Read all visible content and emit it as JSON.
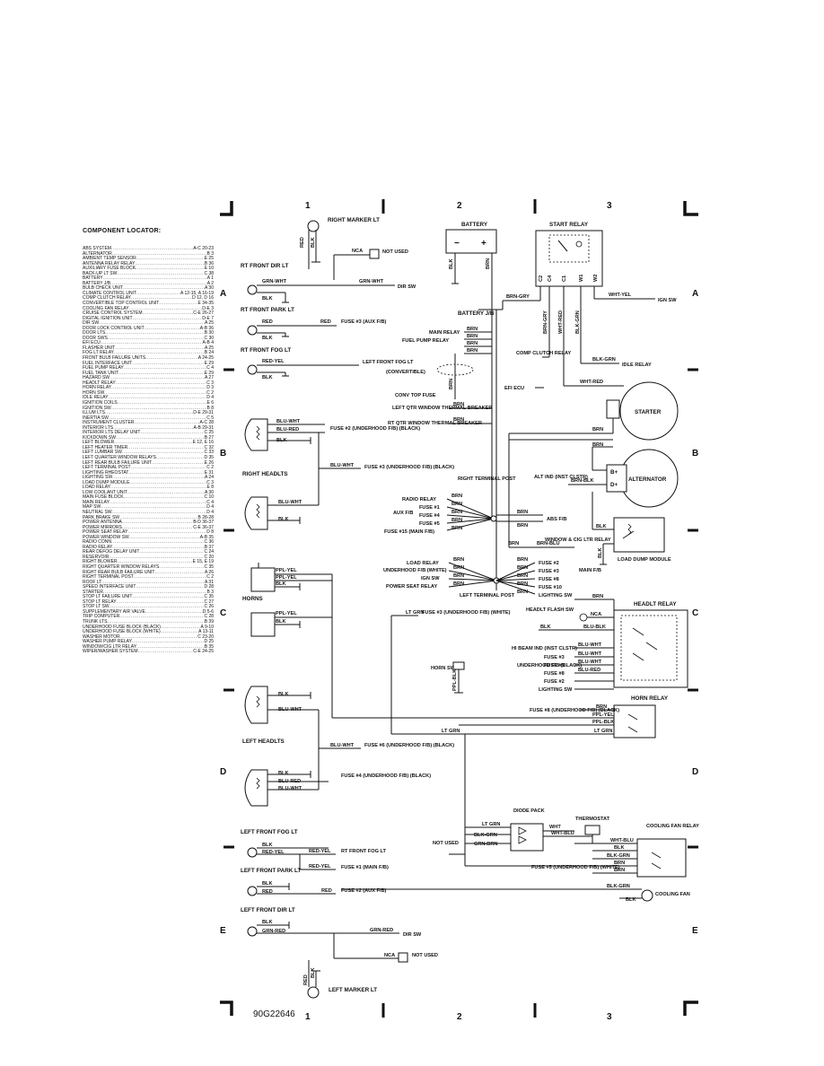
{
  "locator": {
    "title": "COMPONENT LOCATOR:",
    "entries": [
      {
        "name": "ABS SYSTEM",
        "grid": "A-C 20-23"
      },
      {
        "name": "ALTERNATOR",
        "grid": "B 3"
      },
      {
        "name": "AMBIENT TEMP SENSOR",
        "grid": "E 25"
      },
      {
        "name": "ANTENNA RELAY RELAY",
        "grid": "B 36"
      },
      {
        "name": "AUXILIARY FUSE BLOCK",
        "grid": "E 10"
      },
      {
        "name": "BACK-UP LT SW",
        "grid": "C 38"
      },
      {
        "name": "BATTERY",
        "grid": "A 1"
      },
      {
        "name": "BATTERY J/B",
        "grid": "A 2"
      },
      {
        "name": "BULB CHECK UNIT",
        "grid": "A 30"
      },
      {
        "name": "CLIMATE CONTROL UNIT",
        "grid": "A 12-15, A 16-19"
      },
      {
        "name": "COMP CLUTCH RELAY",
        "grid": "D 12, D 16"
      },
      {
        "name": "CONVERTIBLE TOP CONTROL UNIT",
        "grid": "E 34-35"
      },
      {
        "name": "COOLING FAN RELAY",
        "grid": "D-E 3"
      },
      {
        "name": "CRUISE CONTROL SYSTEM",
        "grid": "C-E 26-27"
      },
      {
        "name": "DIGITAL IGNITION UNIT",
        "grid": "D-E 7"
      },
      {
        "name": "DIR SW",
        "grid": "A 25"
      },
      {
        "name": "DOOR LOCK CONTROL UNIT",
        "grid": "A-B 36"
      },
      {
        "name": "DOOR LTS",
        "grid": "B 30"
      },
      {
        "name": "DOOR SWS",
        "grid": "C 30"
      },
      {
        "name": "EFI ECU",
        "grid": "A-B 4"
      },
      {
        "name": "FLASHER UNIT",
        "grid": "A 25"
      },
      {
        "name": "FOG LT RELAY",
        "grid": "B 24"
      },
      {
        "name": "FRONT BULB FAILURE UNITS",
        "grid": "A 24-25"
      },
      {
        "name": "FUEL INTERFACE UNIT",
        "grid": "E 29"
      },
      {
        "name": "FUEL PUMP RELAY",
        "grid": "C 4"
      },
      {
        "name": "FUEL TANK UNIT",
        "grid": "E 29"
      },
      {
        "name": "HAZARD SW",
        "grid": "A 27"
      },
      {
        "name": "HEADLT RELAY",
        "grid": "C 3"
      },
      {
        "name": "HORN RELAY",
        "grid": "D 3"
      },
      {
        "name": "HORN SW",
        "grid": "C 2"
      },
      {
        "name": "IDLE RELAY",
        "grid": "D 4"
      },
      {
        "name": "IGNITION COILS",
        "grid": "E 6"
      },
      {
        "name": "IGNITION SW",
        "grid": "B 8"
      },
      {
        "name": "ILLUM LTS",
        "grid": "D-E 29-31"
      },
      {
        "name": "INERTIA SW",
        "grid": "C 5"
      },
      {
        "name": "INSTRUMENT CLUSTER",
        "grid": "A-C 28"
      },
      {
        "name": "INTERIOR LTS",
        "grid": "A-B 29-31"
      },
      {
        "name": "INTERIOR LTS DELAY UNIT",
        "grid": "C 25"
      },
      {
        "name": "KICKDOWN SW",
        "grid": "B 27"
      },
      {
        "name": "LEFT BLOWER",
        "grid": "E 12, E 16"
      },
      {
        "name": "LEFT HEATER TIMER",
        "grid": "C 32"
      },
      {
        "name": "LEFT LUMBAR SW",
        "grid": "C 33"
      },
      {
        "name": "LEFT QUARTER WINDOW RELAYS",
        "grid": "D 35"
      },
      {
        "name": "LEFT REAR BULB FAILURE UNIT",
        "grid": "E 26"
      },
      {
        "name": "LEFT TERMINAL POST",
        "grid": "C 2"
      },
      {
        "name": "LIGHTING RHEOSTAT",
        "grid": "E 31"
      },
      {
        "name": "LIGHTING SW",
        "grid": "A 24"
      },
      {
        "name": "LOAD DUMP MODULE",
        "grid": "C 3"
      },
      {
        "name": "LOAD RELAY",
        "grid": "E 8"
      },
      {
        "name": "LOW COOLANT UNIT",
        "grid": "A 30"
      },
      {
        "name": "MAIN FUSE BLOCK",
        "grid": "C 10"
      },
      {
        "name": "MAIN RELAY",
        "grid": "C 4"
      },
      {
        "name": "MAP SW",
        "grid": "D 4"
      },
      {
        "name": "NEUTRAL SW",
        "grid": "D 4"
      },
      {
        "name": "PARK BRAKE SW",
        "grid": "B 28-28"
      },
      {
        "name": "POWER ANTENNA",
        "grid": "B-D 36-37"
      },
      {
        "name": "POWER MIRRORS",
        "grid": "C-E 36-37"
      },
      {
        "name": "POWER SEAT RELAY",
        "grid": "D 8"
      },
      {
        "name": "POWER WINDOW SW",
        "grid": "A-B 35"
      },
      {
        "name": "RADIO CONN",
        "grid": "C 36"
      },
      {
        "name": "RADIO RELAY",
        "grid": "B 37"
      },
      {
        "name": "REAR DEFOG DELAY UNIT",
        "grid": "C 24"
      },
      {
        "name": "RESERVOIR",
        "grid": "C 20"
      },
      {
        "name": "RIGHT BLOWER",
        "grid": "E 15, E 19"
      },
      {
        "name": "RIGHT QUARTER WINDOW RELAYS",
        "grid": "C 35"
      },
      {
        "name": "RIGHT REAR BULB FAILURE UNIT",
        "grid": "A 26"
      },
      {
        "name": "RIGHT TERMINAL POST",
        "grid": "C 2"
      },
      {
        "name": "ROOF LT",
        "grid": "A 31"
      },
      {
        "name": "SPEED INTERFACE UNIT",
        "grid": "D 28"
      },
      {
        "name": "STARTER",
        "grid": "B 3"
      },
      {
        "name": "STOP LT FAILURE UNIT",
        "grid": "C 35"
      },
      {
        "name": "STOP LT RELAY",
        "grid": "C 27"
      },
      {
        "name": "STOP LT SW",
        "grid": "C 26"
      },
      {
        "name": "SUPPLEMENTARY AIR VALVE",
        "grid": "D 5-6"
      },
      {
        "name": "TRIP COMPUTER",
        "grid": "C 28"
      },
      {
        "name": "TRUNK LTS",
        "grid": "B 39"
      },
      {
        "name": "UNDERHOOD FUSE BLOCK (BLACK)",
        "grid": "A 9-10"
      },
      {
        "name": "UNDERHOOD FUSE BLOCK (WHITE)",
        "grid": "A 13-11"
      },
      {
        "name": "WASHER MOTOR",
        "grid": "C 23-20"
      },
      {
        "name": "WASHER PUMP RELAY",
        "grid": "D 25"
      },
      {
        "name": "WINDOW/CIG LTR RELAY",
        "grid": "B 35"
      },
      {
        "name": "WIPER/WASHER SYSTEM",
        "grid": "C-E 24-25"
      }
    ]
  },
  "grid": {
    "columns": [
      "1",
      "2",
      "3"
    ],
    "rows": [
      "A",
      "B",
      "C",
      "D",
      "E"
    ]
  },
  "figure_id": "90G22646",
  "diagram": {
    "right_marker_lt": "RIGHT MARKER LT",
    "left_marker_lt": "LEFT MARKER LT",
    "battery": "BATTERY",
    "battery_jb": "BATTERY J/B",
    "start_relay": "START RELAY",
    "start_relay_pins": [
      "C2",
      "C4",
      "C1",
      "W1",
      "W2"
    ],
    "nca": "NCA",
    "not_used": "NOT USED",
    "ign_sw": "IGN SW",
    "idle_relay": "IDLE RELAY",
    "starter": "STARTER",
    "alternator": "ALTERNATOR",
    "alt_terminals": [
      "B+",
      "D+"
    ],
    "alt_ind": "ALT IND (INST CLSTR)",
    "comp_clutch_relay": "COMP CLUTCH RELAY",
    "efi_ecu": "EFI ECU",
    "rt_front_dir_lt": "RT FRONT DIR LT",
    "rt_front_park_lt": "RT FRONT PARK LT",
    "rt_front_fog_lt": "RT FRONT FOG LT",
    "dir_sw": "DIR SW",
    "fuse3_aux": "FUSE #3 (AUX F/B)",
    "left_front_fog_lt": "LEFT FRONT FOG LT",
    "convertible": "(CONVERTIBLE)",
    "main_relay": "MAIN RELAY",
    "fuel_pump_relay": "FUEL PUMP RELAY",
    "conv_top_fuse": "CONV TOP FUSE",
    "left_qtr_window_breaker": "LEFT QTR WINDOW THERMAL BREAKER",
    "rt_qtr_window_breaker": "RT QTR WINDOW THERMAL BREAKER",
    "right_headlts": "RIGHT HEADLTS",
    "left_headlts": "LEFT HEADLTS",
    "horns": "HORNS",
    "fuse2_uh_black": "FUSE #2 (UNDERHOOD F/B) (BLACK)",
    "fuse3_uh_black": "FUSE #3 (UNDERHOOD F/B) (BLACK)",
    "fuse6_uh_black": "FUSE #6 (UNDERHOOD F/B) (BLACK)",
    "fuse4_uh_black": "FUSE #4 (UNDERHOOD F/B) (BLACK)",
    "right_terminal_post": "RIGHT TERMINAL POST",
    "left_terminal_post": "LEFT TERMINAL POST",
    "radio_relay": "RADIO RELAY",
    "aux_fb": "AUX F/B",
    "aux_fuses": [
      "FUSE #1",
      "FUSE #4",
      "FUSE #5"
    ],
    "fuse15_main": "FUSE #15 (MAIN F/B)",
    "abs_fb": "ABS F/B",
    "window_cig_relay": "WINDOW & CIG LTR RELAY",
    "load_dump_module": "LOAD DUMP MODULE",
    "load_relay": "LOAD RELAY",
    "underhood_fb_white": "UNDERHOOD F/B (WHITE)",
    "ign_sw2": "IGN SW",
    "power_seat_relay": "POWER SEAT RELAY",
    "main_fb": "MAIN F/B",
    "main_fuses": [
      "FUSE #2",
      "FUSE #3",
      "FUSE #8",
      "FUSE #10"
    ],
    "lighting_sw": "LIGHTING SW",
    "headlt_relay": "HEADLT RELAY",
    "headlt_flash_sw": "HEADLT FLASH SW",
    "hi_beam_ind": "HI BEAM IND (INST CLSTR)",
    "underhood_fb_black": "UNDERHOOD F/B (BLACK)",
    "uh_black_fuses": [
      "FUSE #3",
      "FUSE #5",
      "FUSE #8",
      "FUSE #2"
    ],
    "fuse3_uh_white": "FUSE #3 (UNDERHOOD F/B) (WHITE)",
    "horn_sw": "HORN SW",
    "fuse8_uh_black": "FUSE #8 (UNDERHOOD F/B) (BLACK)",
    "horn_relay": "HORN RELAY",
    "diode_pack": "DIODE PACK",
    "thermostat": "THERMOSTAT",
    "cooling_fan_relay": "COOLING FAN RELAY",
    "cooling_fan": "COOLING FAN",
    "fuse5_uh_white": "FUSE #5 (UNDERHOOD F/B) (WHITE)",
    "left_front_park_lt": "LEFT FRONT PARK LT",
    "left_front_dir_lt": "LEFT FRONT DIR LT",
    "fuse2_aux": "FUSE #2 (AUX F/B)",
    "rt_front_fog_lt_right": "RT FRONT FOG LT",
    "left_front_fog_lt_right": "LEFT FRONT FOG LT",
    "fuse1_main": "FUSE #1 (MAIN F/B)"
  },
  "wires": {
    "red": "RED",
    "blk": "BLK",
    "brn": "BRN",
    "grn_wht": "GRN-WHT",
    "grn_red": "GRN-RED",
    "red_yel": "RED-YEL",
    "blu_wht": "BLU-WHT",
    "blu_red": "BLU-RED",
    "ppl_yel": "PPL-YEL",
    "ppl_blk": "PPL-BLK",
    "lt_grn": "LT GRN",
    "wht_yel": "WHT-YEL",
    "blk_grn": "BLK-GRN",
    "brn_gry": "BRN-GRY",
    "wht_red": "WHT-RED",
    "brn_blk": "BRN-BLK",
    "brn_blu": "BRN-BLU",
    "blu_blk": "BLU-BLK",
    "wht_blu": "WHT-BLU",
    "grn_brn": "GRN-BRN",
    "wht": "WHT"
  }
}
